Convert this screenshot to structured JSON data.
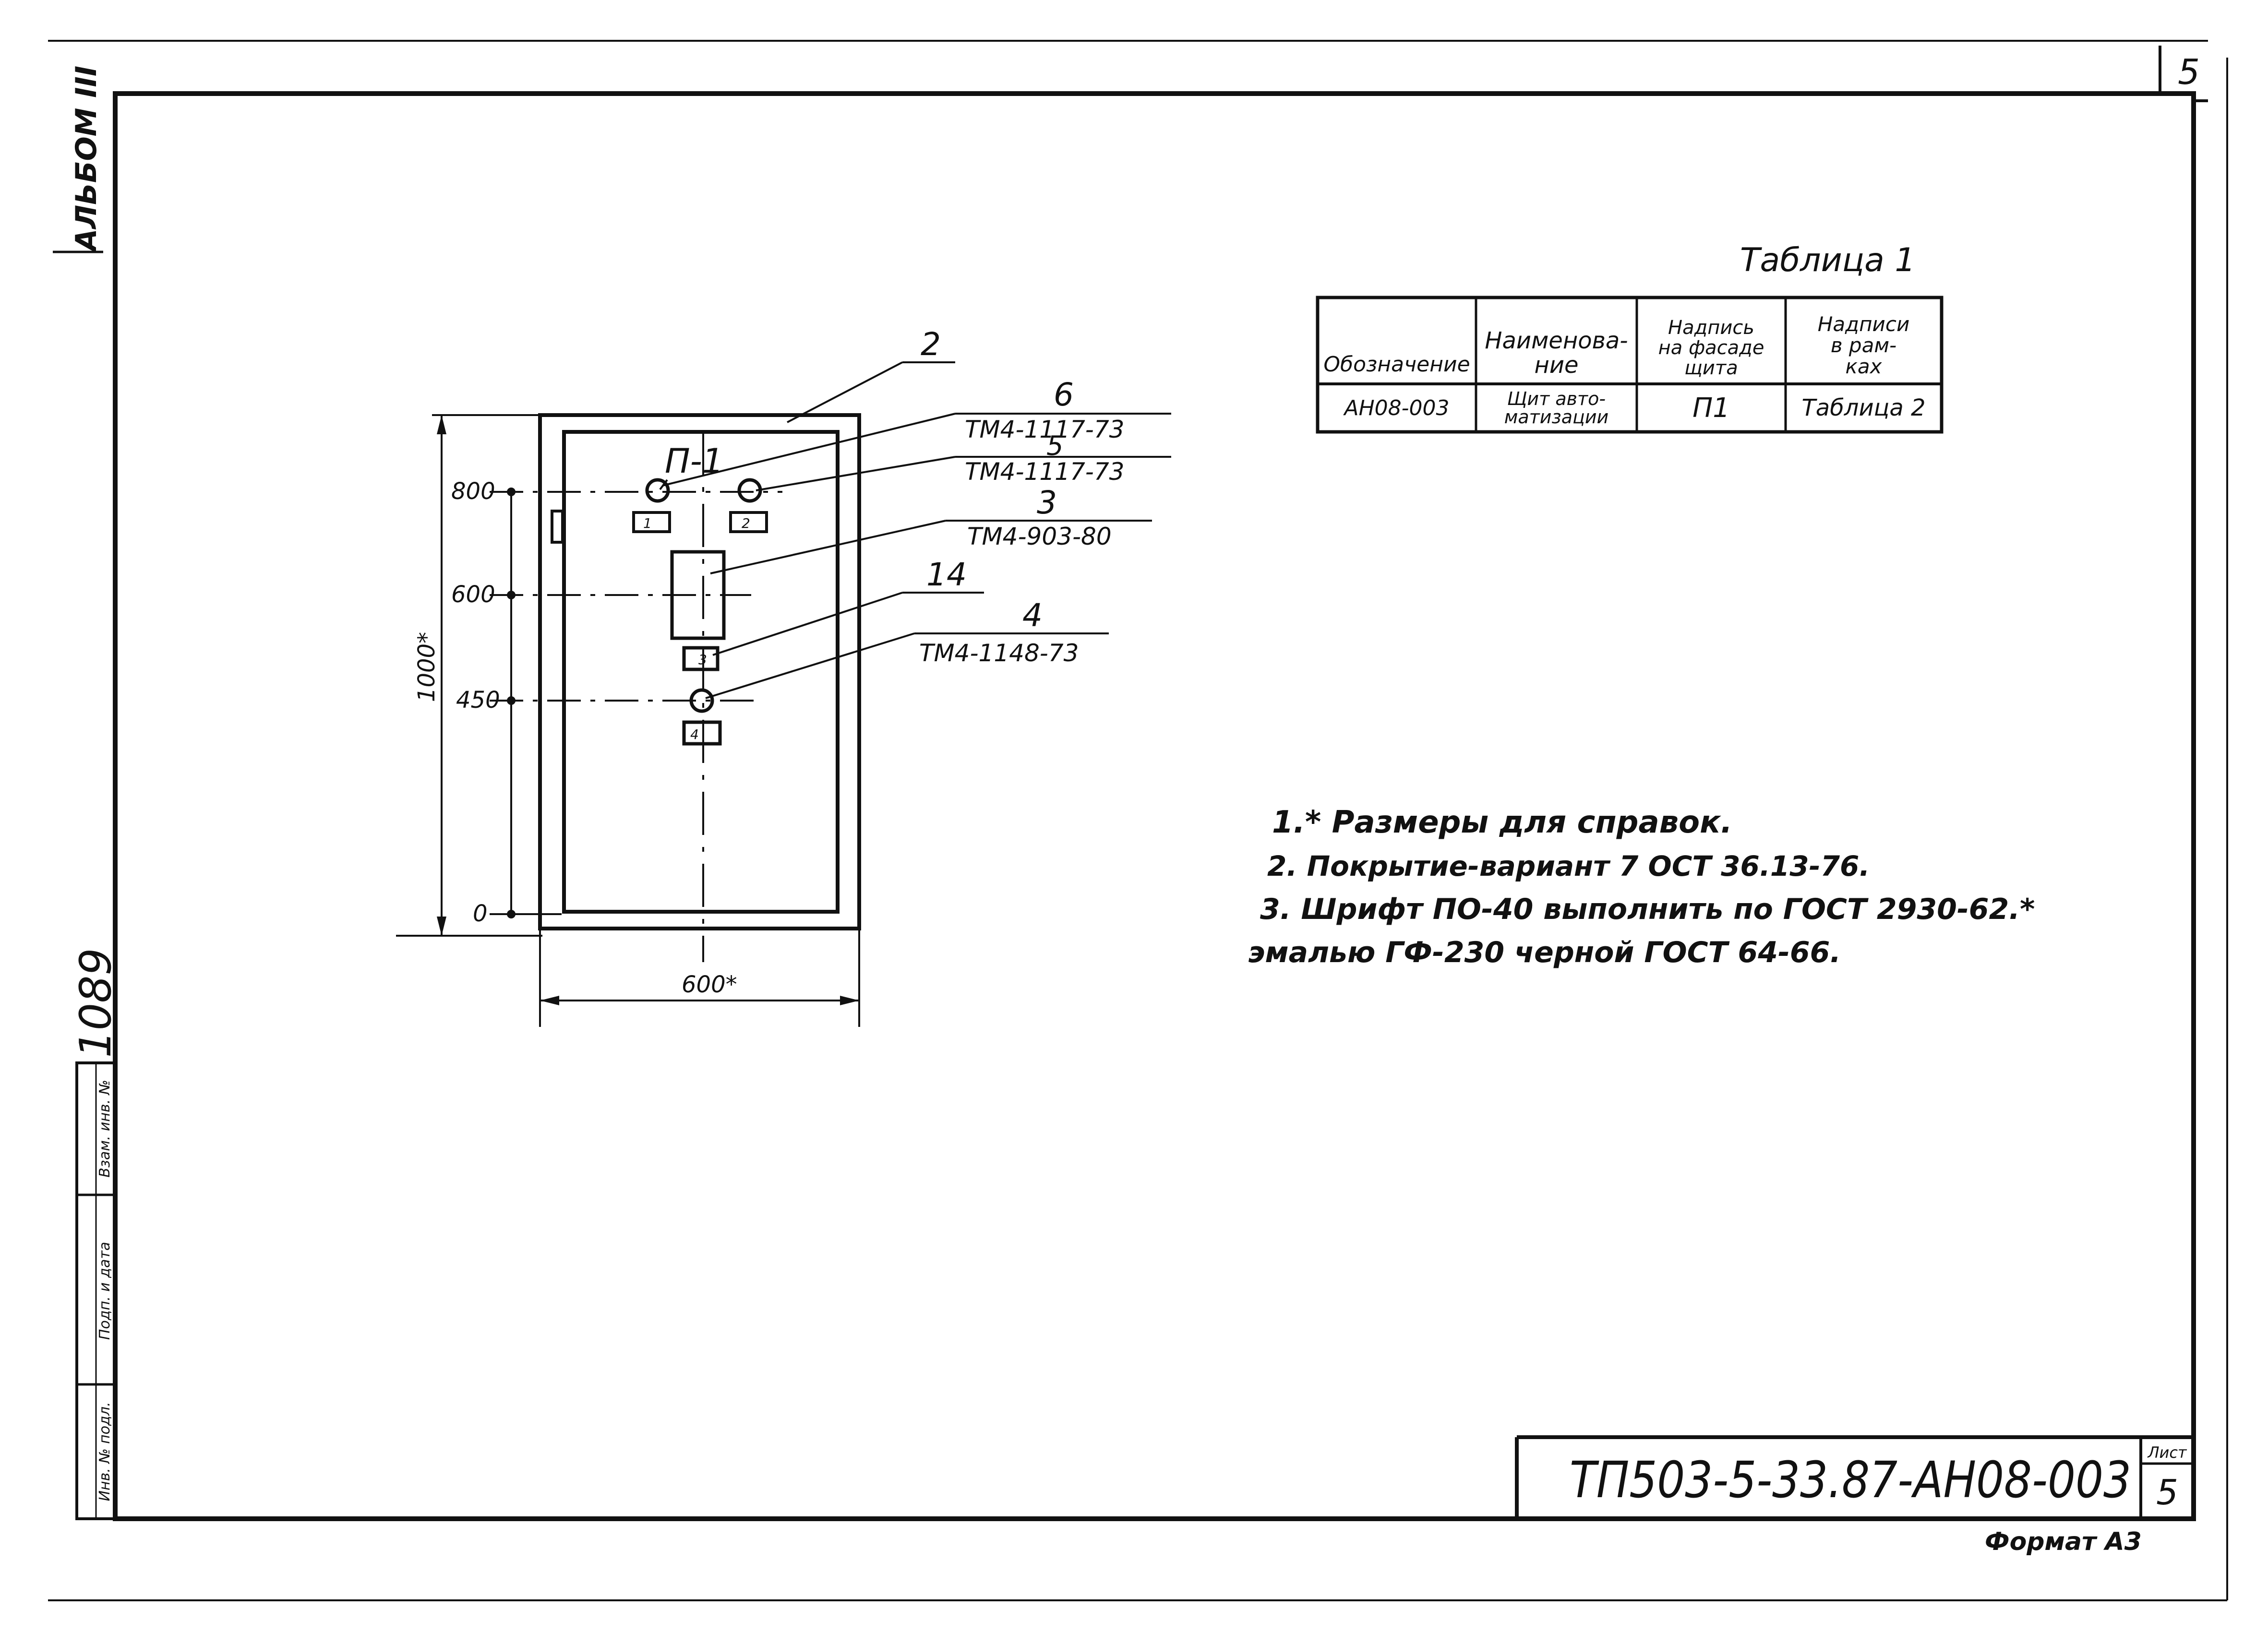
{
  "sheet": {
    "page_number": "5",
    "album": "АЛЬБОМ III",
    "inventory_number": "1089",
    "format": "Формат А3"
  },
  "side_stamp": {
    "fields": [
      "Инв. № подл.",
      "Подп. и дата",
      "Взам. инв. №"
    ]
  },
  "table1": {
    "caption": "Таблица 1",
    "headers": [
      "Обозначение",
      "Наименова-\nние",
      "Надпись\nна фасаде\nщита",
      "Надписи\nв рам-\nках"
    ],
    "row": [
      "АН08-003",
      "Щит авто-\nматизации",
      "П1",
      "Таблица 2"
    ]
  },
  "drawing": {
    "panel_label": "П-1",
    "elevation_marks": [
      "800",
      "600",
      "450",
      "0"
    ],
    "height_dim": "1000*",
    "width_dim": "600*",
    "device_numbers": [
      "1",
      "2",
      "3",
      "4"
    ],
    "callouts": [
      {
        "pos": "2",
        "ref": ""
      },
      {
        "pos": "6",
        "ref": "ТМ4-1117-73"
      },
      {
        "pos": "5",
        "ref": "ТМ4-1117-73"
      },
      {
        "pos": "3",
        "ref": "ТМ4-903-80"
      },
      {
        "pos": "14",
        "ref": ""
      },
      {
        "pos": "4",
        "ref": "ТМ4-1148-73"
      }
    ]
  },
  "notes": [
    "1.* Размеры для справок.",
    "2. Покрытие-вариант 7 ОСТ 36.13-76.",
    "3. Шрифт ПО-40 выполнить по ГОСТ 2930-62.*",
    "эмалью ГФ-230 черной ГОСТ 64-66."
  ],
  "title_block": {
    "designation": "ТП503-5-33.87-АН08-003",
    "sheet_label": "Лист",
    "sheet_number": "5"
  }
}
